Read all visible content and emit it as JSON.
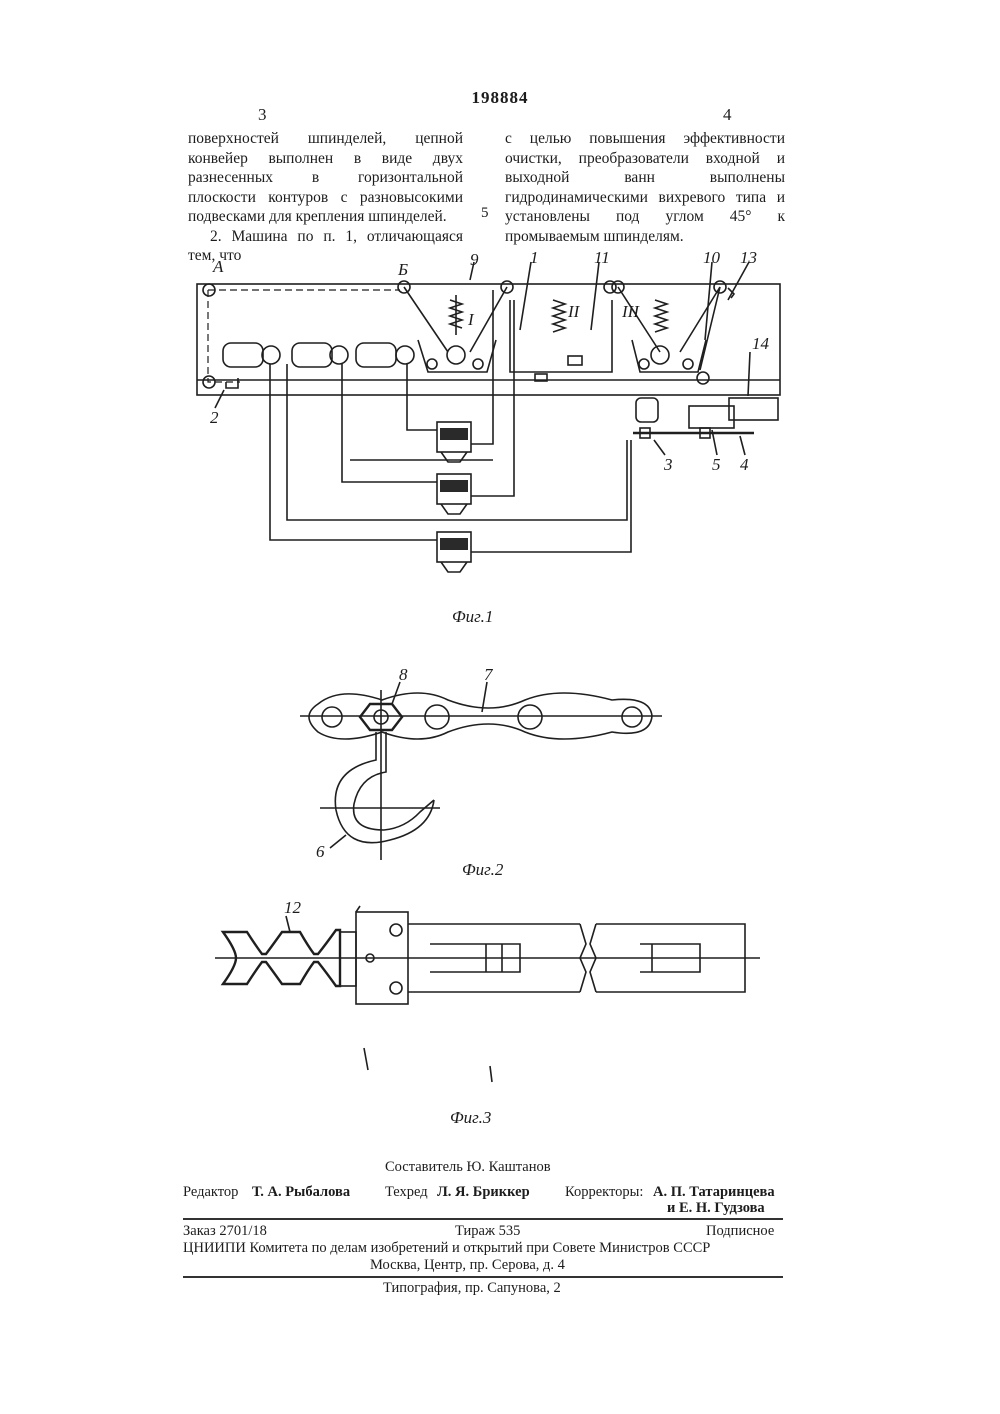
{
  "patent_number": "198884",
  "columns": {
    "left_number": "3",
    "right_number": "4",
    "left_text": "поверхностей шпинделей, цепной конвейер выполнен в виде двух разнесенных в горизонтальной плоскости контуров с разновысокими подвесками для крепления шпинделей.",
    "left_text2": "2. Машина по п. 1, отличающаяся тем, что",
    "right_text": "с целью повышения эффективности очистки, преобразователи входной и выходной ванн выполнены гидродинамическими вихревого типа и установлены под углом 45° к промываемым шпинделям.",
    "line_number": "5"
  },
  "figures": {
    "fig1": {
      "caption": "Фиг.1",
      "labels": [
        "А",
        "Б",
        "9",
        "I",
        "1",
        "11",
        "II",
        "10",
        "III",
        "13",
        "14",
        "2",
        "3",
        "5",
        "4"
      ]
    },
    "fig2": {
      "caption": "Фиг.2",
      "labels": [
        "8",
        "7",
        "6"
      ]
    },
    "fig3": {
      "caption": "Фиг.3",
      "labels": [
        "12"
      ]
    }
  },
  "imprint": {
    "compiler": "Составитель Ю. Каштанов",
    "editor_label": "Редактор",
    "editor_name": "Т. А. Рыбалова",
    "techred_label": "Техред",
    "techred_name": "Л. Я. Бриккер",
    "correctors_label": "Корректоры:",
    "corrector1": "А. П. Татаринцева",
    "corrector2": "и Е. Н. Гудзова",
    "order": "Заказ 2701/18",
    "circulation": "Тираж 535",
    "subscription": "Подписное",
    "institute": "ЦНИИПИ Комитета по делам изобретений и открытий при Совете Министров СССР",
    "address": "Москва, Центр, пр. Серова, д. 4",
    "printing": "Типография, пр. Сапунова, 2"
  }
}
